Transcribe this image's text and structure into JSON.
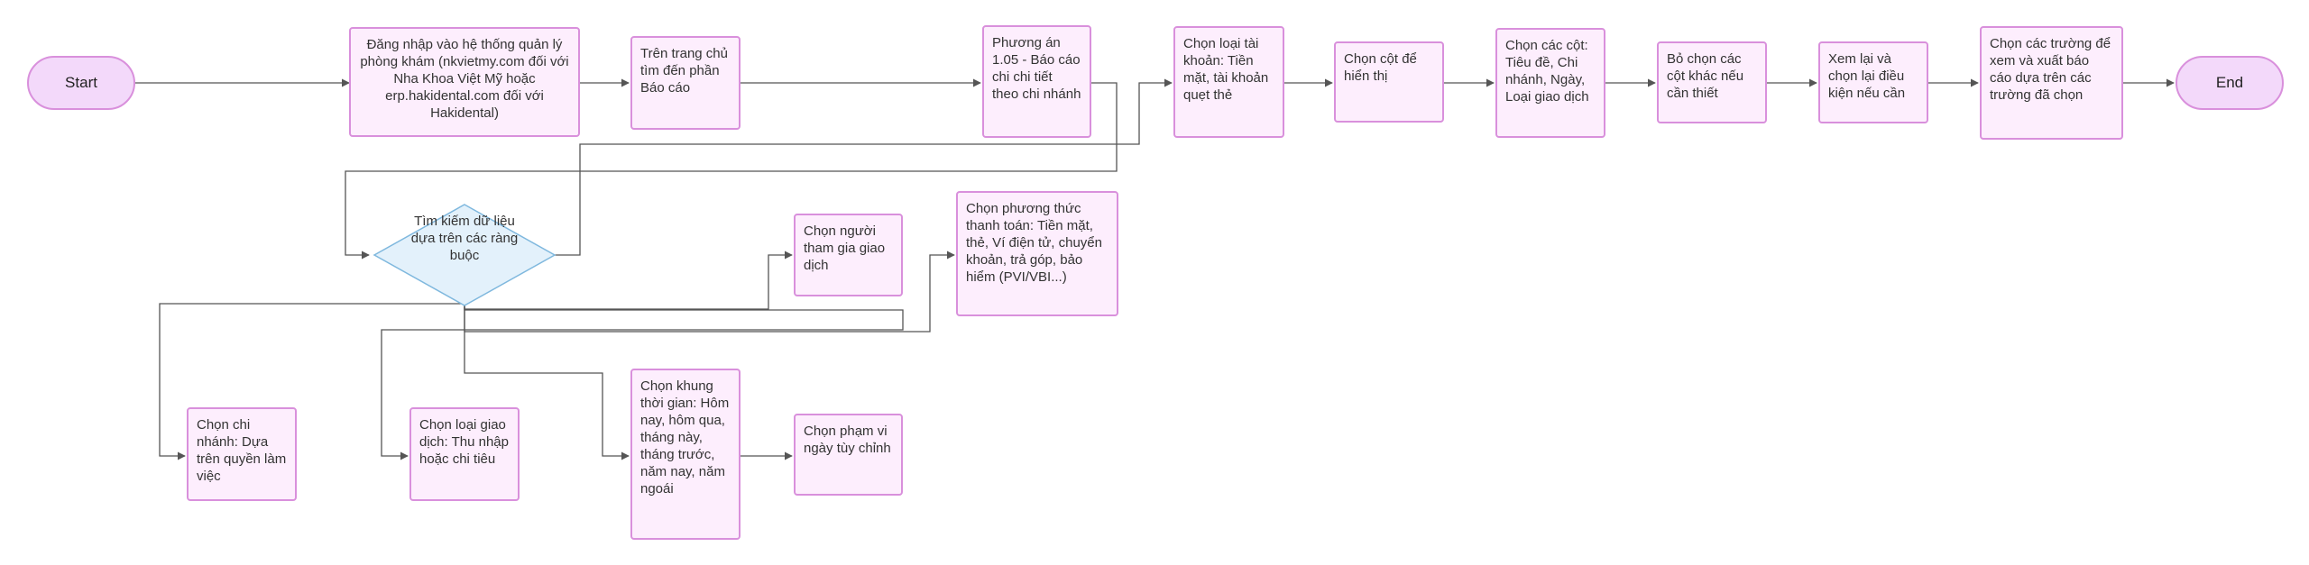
{
  "flowchart": {
    "start": "Start",
    "end": "End",
    "login": "Đăng nhập vào hệ thống quản lý phòng khám (nkvietmy.com đối với Nha Khoa Việt Mỹ hoặc erp.hakidental.com đối với Hakidental)",
    "home_report": "Trên trang chủ tìm đến phần Báo cáo",
    "option_105": "Phương án 1.05 - Báo cáo chi chi tiết theo chi nhánh",
    "search_decision": "Tìm kiếm dữ liệu dựa trên các ràng buộc",
    "branch": "Chọn chi nhánh: Dựa trên quyền làm việc",
    "transaction_type": "Chọn loại giao dịch: Thu nhập hoặc chi tiêu",
    "participant": "Chọn người tham gia giao dịch",
    "payment_method": "Chọn phương thức thanh toán: Tiền mặt, thẻ, Ví điện tử, chuyển khoản, trả góp, bảo hiểm (PVI/VBI...)",
    "time_frame": "Chọn khung thời gian: Hôm nay, hôm qua, tháng này, tháng trước, năm nay, năm ngoái",
    "custom_range": "Chọn phạm vi ngày tùy chỉnh",
    "account_type": "Chọn loại tài khoản: Tiền mặt, tài khoản quẹt thẻ",
    "display_column": "Chọn cột để hiển thị",
    "columns": "Chọn các cột: Tiêu đề, Chi nhánh, Ngày, Loại giao dịch",
    "deselect": "Bỏ chọn các cột khác nếu cần thiết",
    "review": "Xem lại và chọn lại điều kiện nếu cần",
    "export": "Chọn các trường để xem và xuất báo cáo dựa trên các trường đã chọn"
  },
  "colors": {
    "node_fill": "#fdeefd",
    "node_border": "#d990dc",
    "terminal_fill": "#f3d9fa",
    "decision_fill": "#e3f1fb",
    "decision_border": "#7fb8de",
    "edge": "#555555"
  }
}
